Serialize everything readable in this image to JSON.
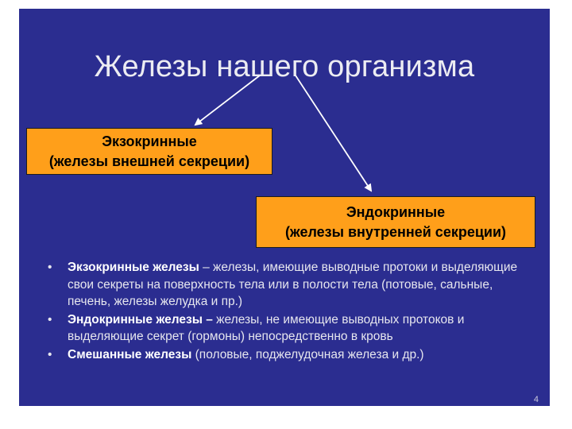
{
  "title": "Железы нашего организма",
  "exocrine_box": {
    "line1": "Экзокринные",
    "line2": "(железы внешней секреции)"
  },
  "endocrine_box": {
    "line1": "Эндокринные",
    "line2": "(железы внутренней секреции)"
  },
  "bullets": [
    {
      "marker": "•",
      "term": "Экзокринные железы",
      "text": " – железы, имеющие выводные протоки и выделяющие свои секреты на поверхность тела или в полости тела (потовые, сальные, печень, железы желудка и пр.)"
    },
    {
      "marker": "•",
      "term": "Эндокринные железы –",
      "text": " железы, не имеющие выводных протоков и выделяющие секрет (гормоны) непосредственно в кровь"
    },
    {
      "marker": "•",
      "term": "Смешанные железы",
      "text": " (половые, поджелудочная железа и др.)"
    }
  ],
  "page_number": "4",
  "colors": {
    "slide_background": "#2b2d90",
    "box_fill": "#ff9f1a",
    "text_light": "#e6e6ee",
    "arrow": "#ffffff"
  }
}
